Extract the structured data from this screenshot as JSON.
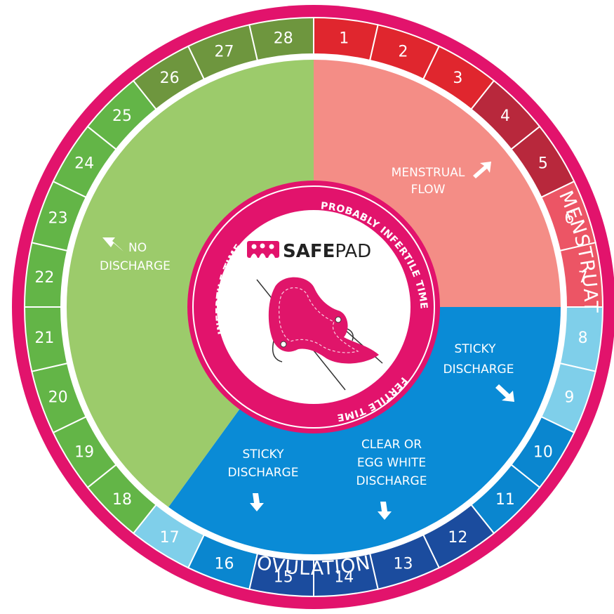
{
  "ring_labels": {
    "top": "MENSTRUATION",
    "bottom": "OVULATION"
  },
  "inner_ring_labels": {
    "probably_infertile": "PROBABLY INFERTILE TIME",
    "infertile": "INFERTILE TIME",
    "fertile": "FERTILE TIME"
  },
  "logo": {
    "bold": "SAFE",
    "light": "PAD"
  },
  "notes": {
    "menstrual_flow": [
      "MENSTRUAL",
      "FLOW"
    ],
    "no_discharge": [
      "NO",
      "DISCHARGE"
    ],
    "sticky_discharge_right": [
      "STICKY",
      "DISCHARGE"
    ],
    "sticky_discharge_bottom": [
      "STICKY",
      "DISCHARGE"
    ],
    "clear_discharge": [
      "CLEAR OR",
      "EGG WHITE",
      "DISCHARGE"
    ]
  },
  "days": [
    {
      "label": "1",
      "color": "#E0262E"
    },
    {
      "label": "2",
      "color": "#E0262E"
    },
    {
      "label": "3",
      "color": "#E0262E"
    },
    {
      "label": "4",
      "color": "#B8283C"
    },
    {
      "label": "5",
      "color": "#B8283C"
    },
    {
      "label": "6",
      "color": "#EC5565"
    },
    {
      "label": "7",
      "color": "#EC5565"
    },
    {
      "label": "8",
      "color": "#7FCFEA"
    },
    {
      "label": "9",
      "color": "#7FCFEA"
    },
    {
      "label": "10",
      "color": "#0A86CF"
    },
    {
      "label": "11",
      "color": "#0A86CF"
    },
    {
      "label": "12",
      "color": "#1B4C9E"
    },
    {
      "label": "13",
      "color": "#1B4C9E"
    },
    {
      "label": "14",
      "color": "#1B4C9E"
    },
    {
      "label": "15",
      "color": "#1B4C9E"
    },
    {
      "label": "16",
      "color": "#0A86CF"
    },
    {
      "label": "17",
      "color": "#7FCFEA"
    },
    {
      "label": "18",
      "color": "#63B547"
    },
    {
      "label": "19",
      "color": "#63B547"
    },
    {
      "label": "20",
      "color": "#63B547"
    },
    {
      "label": "21",
      "color": "#63B547"
    },
    {
      "label": "22",
      "color": "#63B547"
    },
    {
      "label": "23",
      "color": "#63B547"
    },
    {
      "label": "24",
      "color": "#63B547"
    },
    {
      "label": "25",
      "color": "#63B547"
    },
    {
      "label": "26",
      "color": "#6E963E"
    },
    {
      "label": "27",
      "color": "#6E963E"
    },
    {
      "label": "28",
      "color": "#6E963E"
    }
  ],
  "colors": {
    "outer_ring": "#E2136C",
    "menstrual_zone": "#F48D86",
    "fertile_zone": "#0A8BD6",
    "infertile_zone": "#9CCB6B",
    "pad": "#E0156A",
    "logo_icon": "#E2136C"
  }
}
